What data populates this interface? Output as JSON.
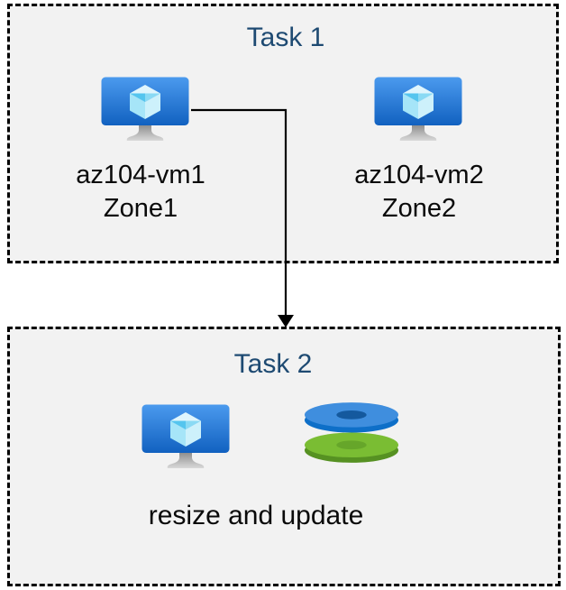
{
  "diagram": {
    "task1": {
      "title": "Task 1",
      "vms": [
        {
          "name": "az104-vm1",
          "zone": "Zone1",
          "icon": "azure-virtual-machine-icon"
        },
        {
          "name": "az104-vm2",
          "zone": "Zone2",
          "icon": "azure-virtual-machine-icon"
        }
      ]
    },
    "task2": {
      "title": "Task 2",
      "caption": "resize and update",
      "icons": [
        "azure-virtual-machine-icon",
        "azure-disks-icon"
      ]
    },
    "connector": {
      "from": "az104-vm1",
      "to": "task2-box",
      "type": "elbow-arrow-down"
    },
    "colors": {
      "title_text": "#1E4A72",
      "body_text": "#0A0A0A",
      "box_fill": "#F2F2F2",
      "box_border": "#000000",
      "vm_screen_top": "#4B9AEE",
      "vm_screen_bottom": "#1161C0",
      "vm_cube_top": "#DFF5FD",
      "vm_cube_inner_left": "#55C5EE",
      "vm_cube_inner_right": "#8ADAF4",
      "vm_cube_face_left": "#A6E5F8",
      "vm_cube_face_right": "#CDF1FB",
      "stand_dark": "#8F8F8F",
      "stand_light": "#D9D9D9",
      "disk_blue_top": "#3F8EDE",
      "disk_blue_side": "#0E6FC8",
      "disk_blue_hole": "#14599E",
      "disk_green_top": "#7ABD33",
      "disk_green_side": "#569122",
      "disk_green_hole": "#66A62A"
    }
  }
}
